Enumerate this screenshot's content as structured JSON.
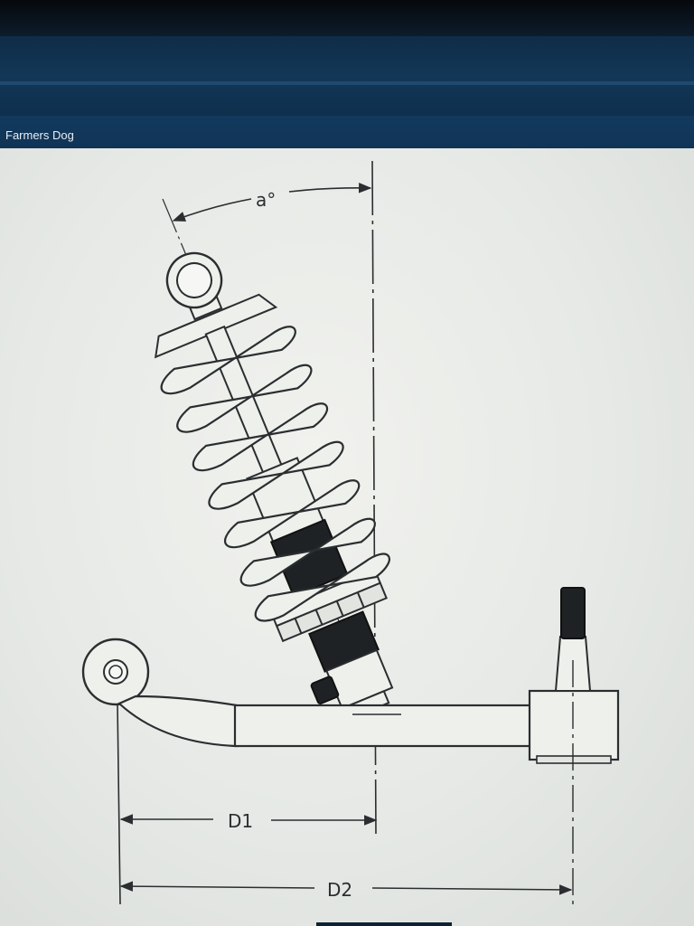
{
  "window": {
    "title": "Farmers Dog"
  },
  "diagram": {
    "angle_label": "a°",
    "dimension_1_label": "D1",
    "dimension_2_label": "D2"
  },
  "colors": {
    "header": "#12375a",
    "paper": "#eceeeb",
    "ink": "#2a2e30"
  }
}
